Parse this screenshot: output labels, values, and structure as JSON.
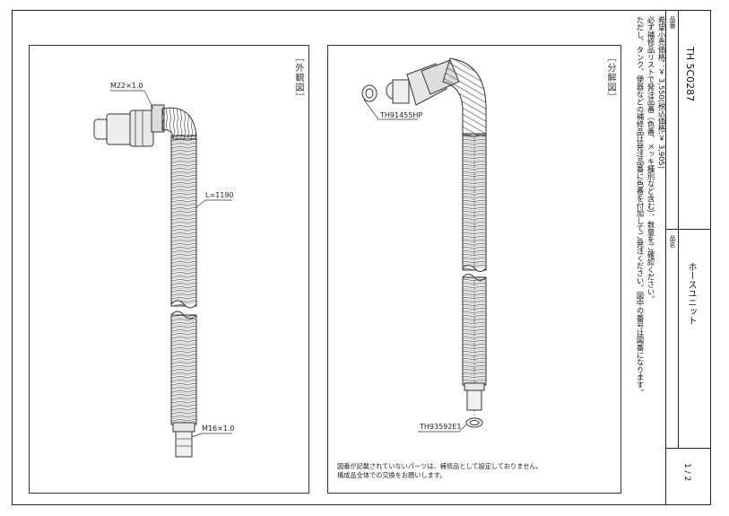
{
  "views": {
    "exterior_label": "［外観図］",
    "exploded_label": "［分解図］"
  },
  "exterior": {
    "callout_thread_top": "M22×1.0",
    "callout_length": "L=1190",
    "callout_thread_bottom": "M16×1.0"
  },
  "exploded": {
    "callout_seal_top": "TH91455HP",
    "callout_seal_bottom": "TH93592E1"
  },
  "footnote": {
    "line1": "図番が記載されていないパーツは、補修品として設定しておりません。",
    "line2": "構成品全体での交換をお願いします。"
  },
  "notes": {
    "price": "希望小売価格：￥ 3,550(税込価格:￥ 3,905)",
    "line1": "必ず補修品リストで発注品番（色番、メッキ種別など含む）、数量をご確認ください。",
    "line2": "ただし、タンク、便器などの補修品は発注品番に色番を付加してご発注ください。図中の番号は図番になります。"
  },
  "title_block": {
    "part_no_header": "品番",
    "part_no": "TH 5C0287",
    "name_header": "品名",
    "name": "ホースユニット",
    "page": "1 / 2"
  }
}
